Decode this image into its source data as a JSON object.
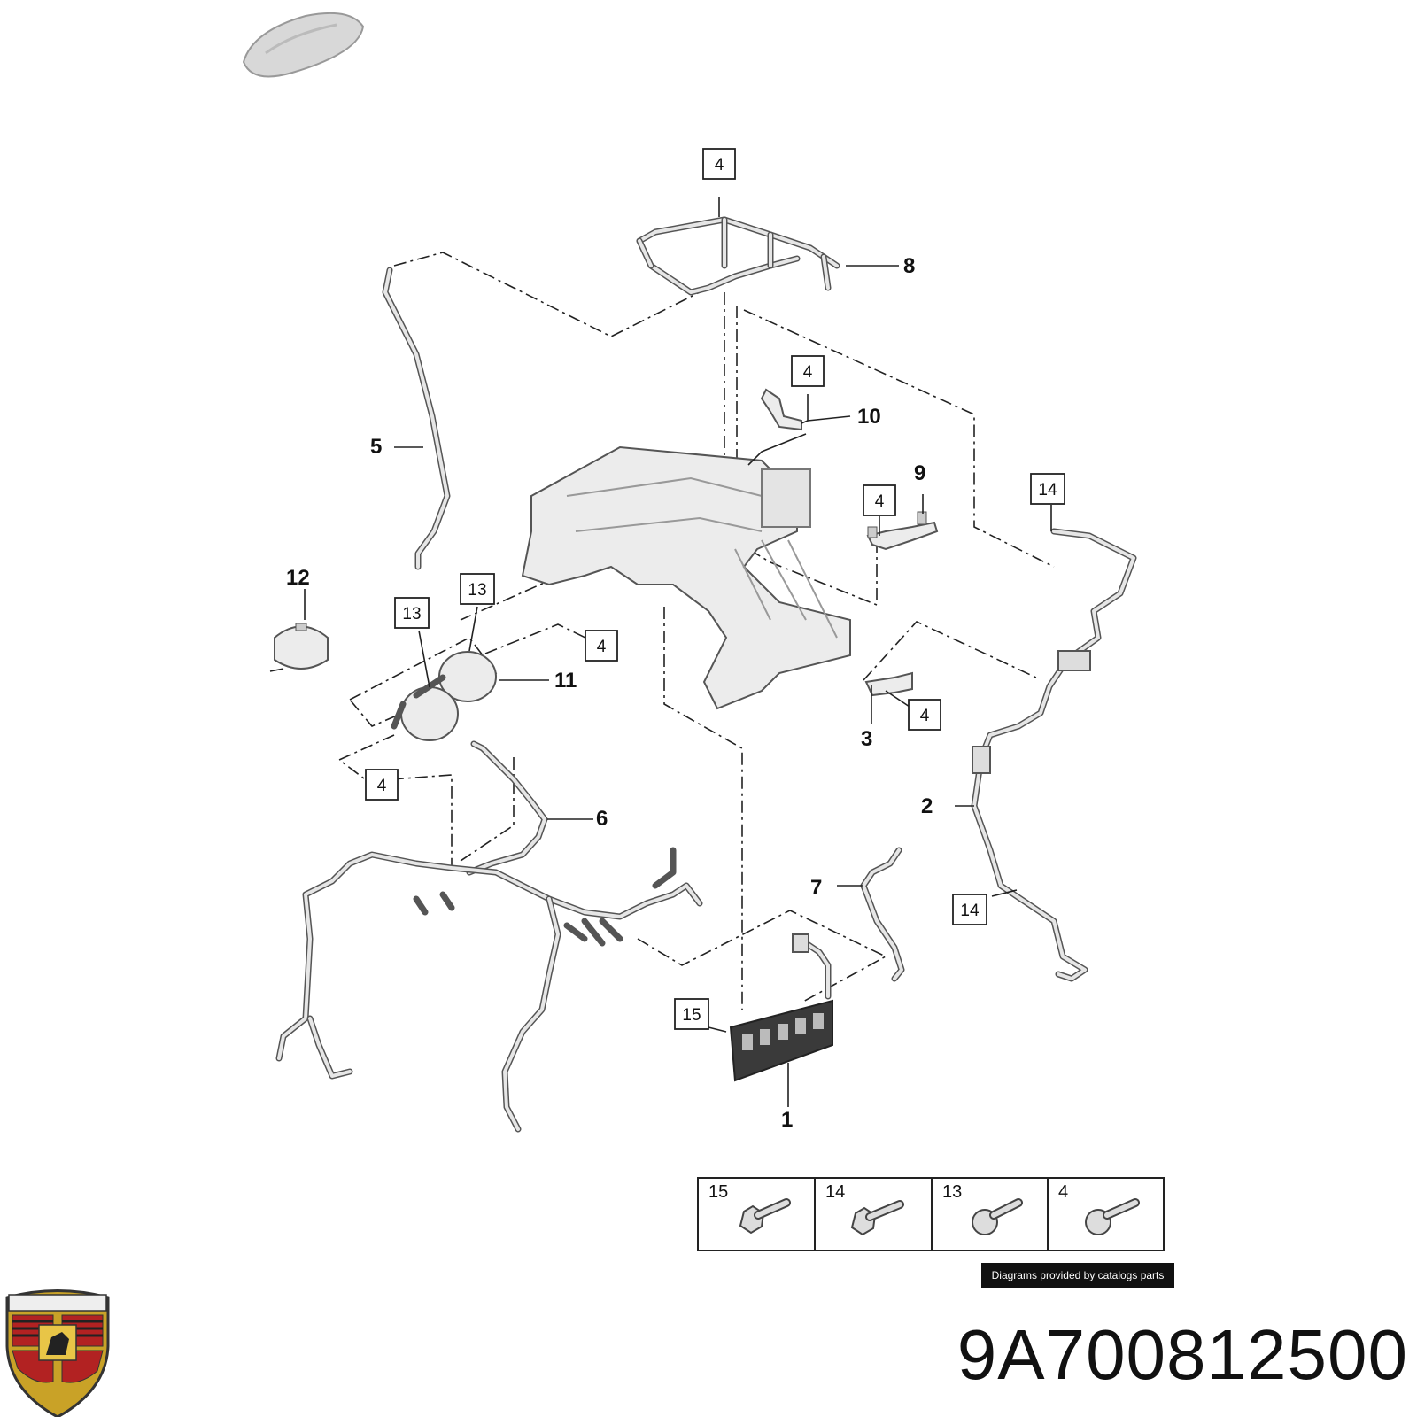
{
  "diagram": {
    "callouts": {
      "c1": "1",
      "c2": "2",
      "c3": "3",
      "c5": "5",
      "c6": "6",
      "c7": "7",
      "c8": "8",
      "c9": "9",
      "c10": "10",
      "c11": "11",
      "c12": "12"
    },
    "boxed_refs": {
      "top": "4",
      "bracket10": "4",
      "bracket9": "4",
      "reservoir": "4",
      "bracket3": "4",
      "lower_left": "4",
      "hose2_top": "14",
      "hose2_bottom": "14",
      "res_a": "13",
      "res_b": "13",
      "gasket": "15"
    },
    "legend": [
      {
        "num": "15",
        "icon": "flange-bolt-icon"
      },
      {
        "num": "14",
        "icon": "flange-bolt-icon"
      },
      {
        "num": "13",
        "icon": "torx-bolt-icon"
      },
      {
        "num": "4",
        "icon": "torx-bolt-icon"
      }
    ],
    "credit": "Diagrams provided by catalogs parts",
    "part_number": "9A700812500",
    "brand_logo": "porsche-crest",
    "colors": {
      "line": "#222222",
      "part_fill": "#ececec",
      "part_stroke": "#555555",
      "credit_bg": "#111111"
    }
  }
}
